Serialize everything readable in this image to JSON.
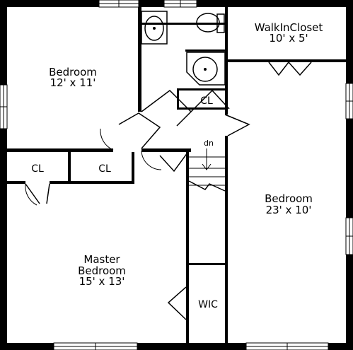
{
  "rooms": {
    "bedroom_nw": {
      "name": "Bedroom",
      "size": "12' x 11'"
    },
    "walkin_closet": {
      "name": "WalkInCloset",
      "size": "10' x 5'"
    },
    "bedroom_e": {
      "name": "Bedroom",
      "size": "23' x 10'"
    },
    "master": {
      "line1": "Master",
      "line2": "Bedroom",
      "size": "15' x 13'"
    },
    "closet_bath": "CL",
    "closet_left": "CL",
    "closet_mid": "CL",
    "wic": "WIC"
  },
  "stairs": {
    "label": "dn"
  }
}
